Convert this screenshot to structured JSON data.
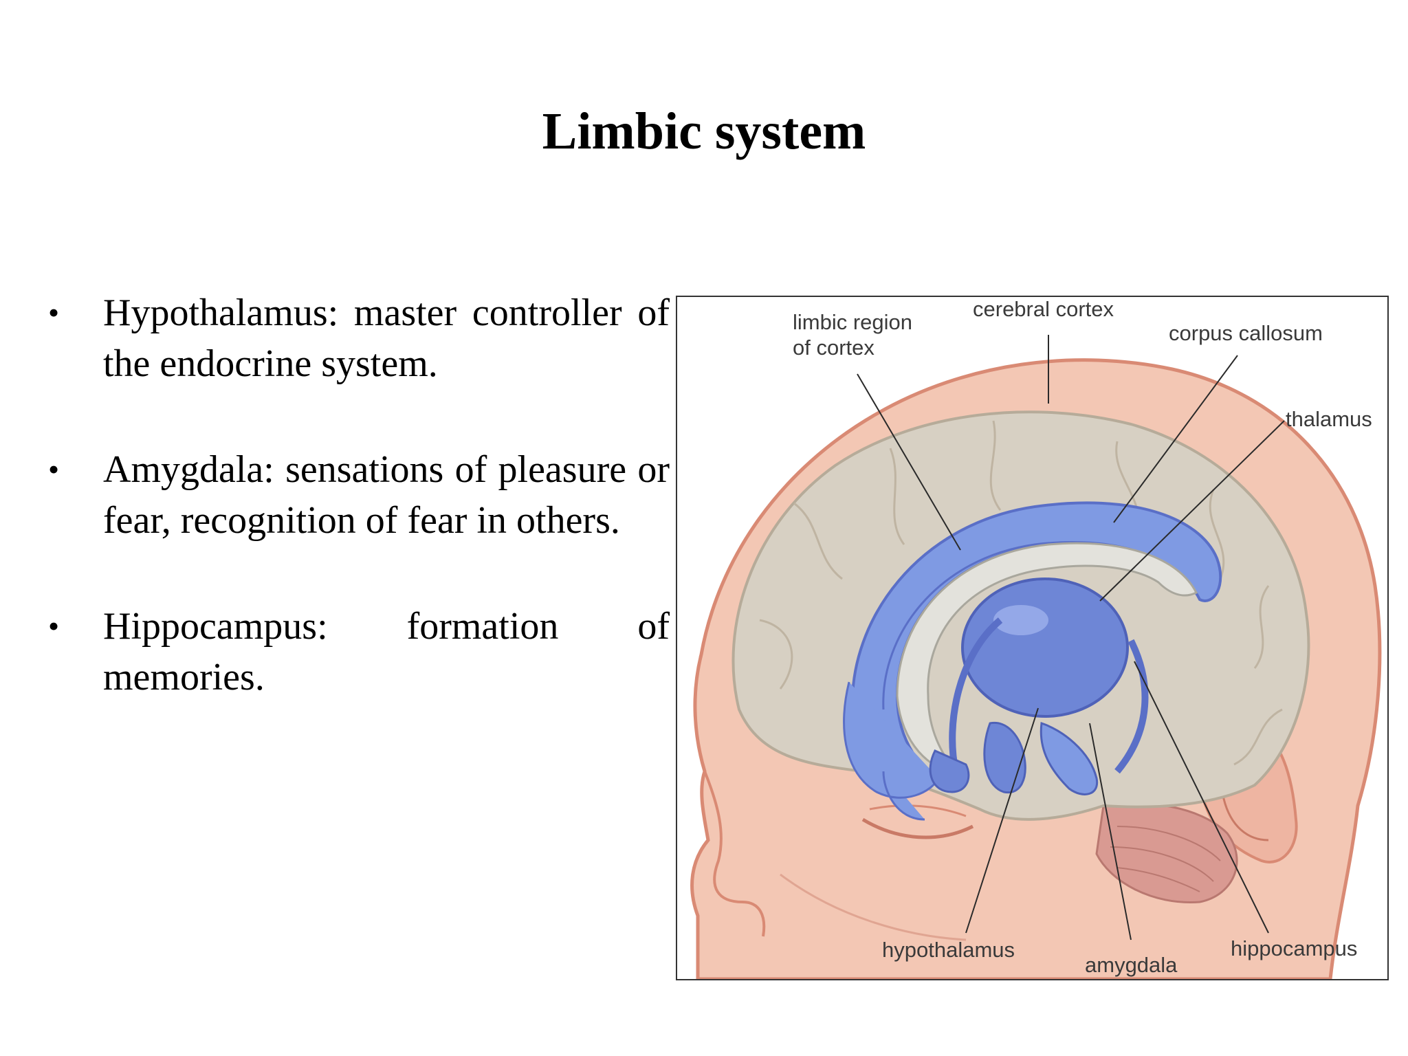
{
  "slide": {
    "title": "Limbic system"
  },
  "bullets": [
    {
      "text": "Hypothalamus: master controller of the endocrine system."
    },
    {
      "text": "Amygdala: sensations of pleasure or fear, recognition of fear in others."
    },
    {
      "text": "Hippocampus: formation of memories."
    }
  ],
  "bullet_glyph": "•",
  "diagram": {
    "labels": {
      "limbic_region_line1": "limbic region",
      "limbic_region_line2": "of cortex",
      "cerebral_cortex": "cerebral cortex",
      "corpus_callosum": "corpus callosum",
      "thalamus": "thalamus",
      "hypothalamus": "hypothalamus",
      "amygdala": "amygdala",
      "hippocampus": "hippocampus"
    },
    "colors": {
      "skin": "#f3c7b4",
      "skin_outline": "#d98a74",
      "brain": "#d7d0c3",
      "brain_outline": "#b6ab99",
      "limbic_blue": "#7f9ae3",
      "limbic_dark": "#5a6fc7",
      "cerebellum": "#d99a92"
    }
  }
}
